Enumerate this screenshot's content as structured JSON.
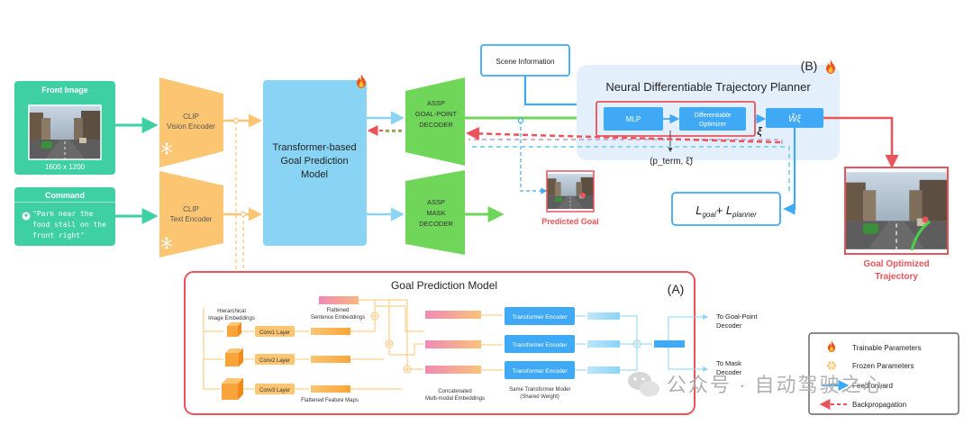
{
  "front_image": {
    "title": "Front Image",
    "resolution": "1600 x 1200"
  },
  "command": {
    "title": "Command",
    "text": "\"Park near the food stall on the front right\""
  },
  "clip_vision": {
    "line1": "CLIP",
    "line2": "Vision Encoder"
  },
  "clip_text": {
    "line1": "CLIP",
    "line2": "Text Encoder"
  },
  "transformer": {
    "line1": "Transformer-based",
    "line2": "Goal Prediction",
    "line3": "Model"
  },
  "assp_goal": {
    "line1": "ASSP",
    "line2": "GOAL-POINT",
    "line3": "DECODER"
  },
  "assp_mask": {
    "line1": "ASSP",
    "line2": "MASK",
    "line3": "DECODER"
  },
  "scene_info": {
    "label": "Scene Information"
  },
  "planner": {
    "title": "Neural Differentiable Trajectory Planner",
    "tag": "(B)",
    "mlp": "MLP",
    "diff_opt_line1": "Differentiable",
    "diff_opt_line2": "Optimizer",
    "w_xi": "W̃ξ",
    "xi": "ξ",
    "p_term": "(p_term, ξ̃)"
  },
  "loss": {
    "main": "L",
    "sub1": "goal",
    "plus": "+ L",
    "sub2": "planner"
  },
  "predicted_goal": {
    "label": "Predicted Goal"
  },
  "optimized": {
    "line1": "Goal Optimized",
    "line2": "Trajectory"
  },
  "gpm": {
    "title": "Goal Prediction Model",
    "tag": "(A)",
    "hier_line1": "Hierarchical",
    "hier_line2": "Image Embeddings",
    "flat_line1": "Flattened",
    "flat_line2": "Sentence Embeddings",
    "conv1": "Conv1 Layer",
    "conv2": "Conv2 Layer",
    "conv3": "Conv3 Layer",
    "flat_maps": "Flattened Feature Maps",
    "concat_line1": "Concatenated",
    "concat_line2": "Multi-modal Embeddings",
    "te": "Transformer Encoder",
    "same_line1": "Same Transformer Model",
    "same_line2": "(Shared Weight)",
    "to_goal_line1": "To Goal-Point",
    "to_goal_line2": "Decoder",
    "to_mask_line1": "To Mask",
    "to_mask_line2": "Decoder"
  },
  "legend": {
    "trainable": "Trainable Parameters",
    "frozen": "Frozen Parameters",
    "feedforward": "Feedforward",
    "backprop": "Backpropagation"
  },
  "watermark": "公众号 · 自动驾驶之心",
  "colors": {
    "teal": "#3ecfa3",
    "orange": "#fbc572",
    "blue": "#89d4f5",
    "green": "#6fd65a",
    "red": "#e8545a",
    "planner_bg": "#e3f0fb",
    "ff_blue": "#3fa9f5"
  },
  "icons": [
    "fire-icon",
    "snowflake-icon",
    "pin-icon",
    "wechat-icon"
  ]
}
